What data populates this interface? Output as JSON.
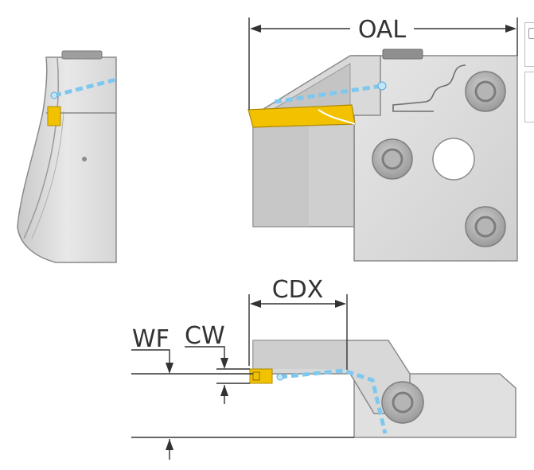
{
  "dimensions": {
    "oal": "OAL",
    "cdx": "CDX",
    "wf": "WF",
    "cw": "CW"
  },
  "colors": {
    "body": "#dcdcdc",
    "body_light": "#ededed",
    "body_dark": "#a8a8a8",
    "outline": "#8a8a8a",
    "insert": "#f2c200",
    "coolant": "#7ec8ef",
    "dimension": "#333333",
    "bolt_ring": "#7d7d7d",
    "bolt_face": "#b5b5b5"
  },
  "icons": {
    "frame_icon_top": "clipped-tool-icon",
    "frame_icon_bottom": "clipped-thumbnail"
  }
}
